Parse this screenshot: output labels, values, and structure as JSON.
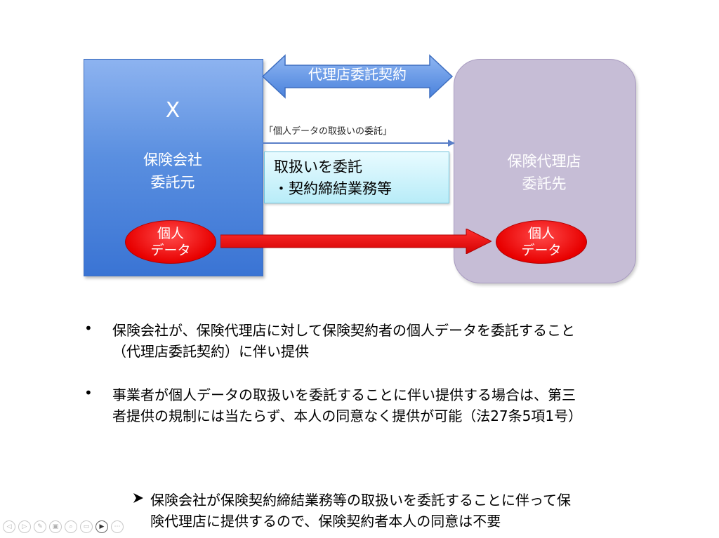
{
  "diagram": {
    "insurer": {
      "letter": "X",
      "line1": "保険会社",
      "line2": "委託元"
    },
    "agent": {
      "line1": "保険代理店",
      "line2": "委託先"
    },
    "top_arrow_label": "代理店委託契約",
    "consign_label": "「個人データの取扱いの委託」",
    "task_box": {
      "line1": "取扱いを委託",
      "line2": "・契約締結業務等"
    },
    "personal_data_left": {
      "line1": "個人",
      "line2": "データ"
    },
    "personal_data_right": {
      "line1": "個人",
      "line2": "データ"
    }
  },
  "bullets": {
    "item1": {
      "line1": "保険会社が、保険代理店に対して保険契約者の個人データを委託すること",
      "line2": "（代理店委託契約）に伴い提供"
    },
    "item2": {
      "line1": "事業者が個人データの取扱いを委託することに伴い提供する場合は、第三",
      "line2": "者提供の規制には当たらず、本人の同意なく提供が可能（法27条5項1号）"
    },
    "sub_item": {
      "line1": "保険会社が保険契約締結業務等の取扱いを委託することに伴って保",
      "line2": "険代理店に提供するので、保険契約者本人の同意は不要"
    },
    "bullet_glyph": "•"
  },
  "colors": {
    "insurer_box": "#5a8fe0",
    "agent_box": "#c6bdd6",
    "personal_data": "#e80000",
    "top_arrow": "#5a8fe0",
    "task_box": "#b8ecf8"
  },
  "toolbar": {
    "icons": [
      "prev-icon",
      "next-icon",
      "pen-icon",
      "slides-icon",
      "zoom-icon",
      "subtitle-icon",
      "camera-icon",
      "more-icon"
    ]
  }
}
